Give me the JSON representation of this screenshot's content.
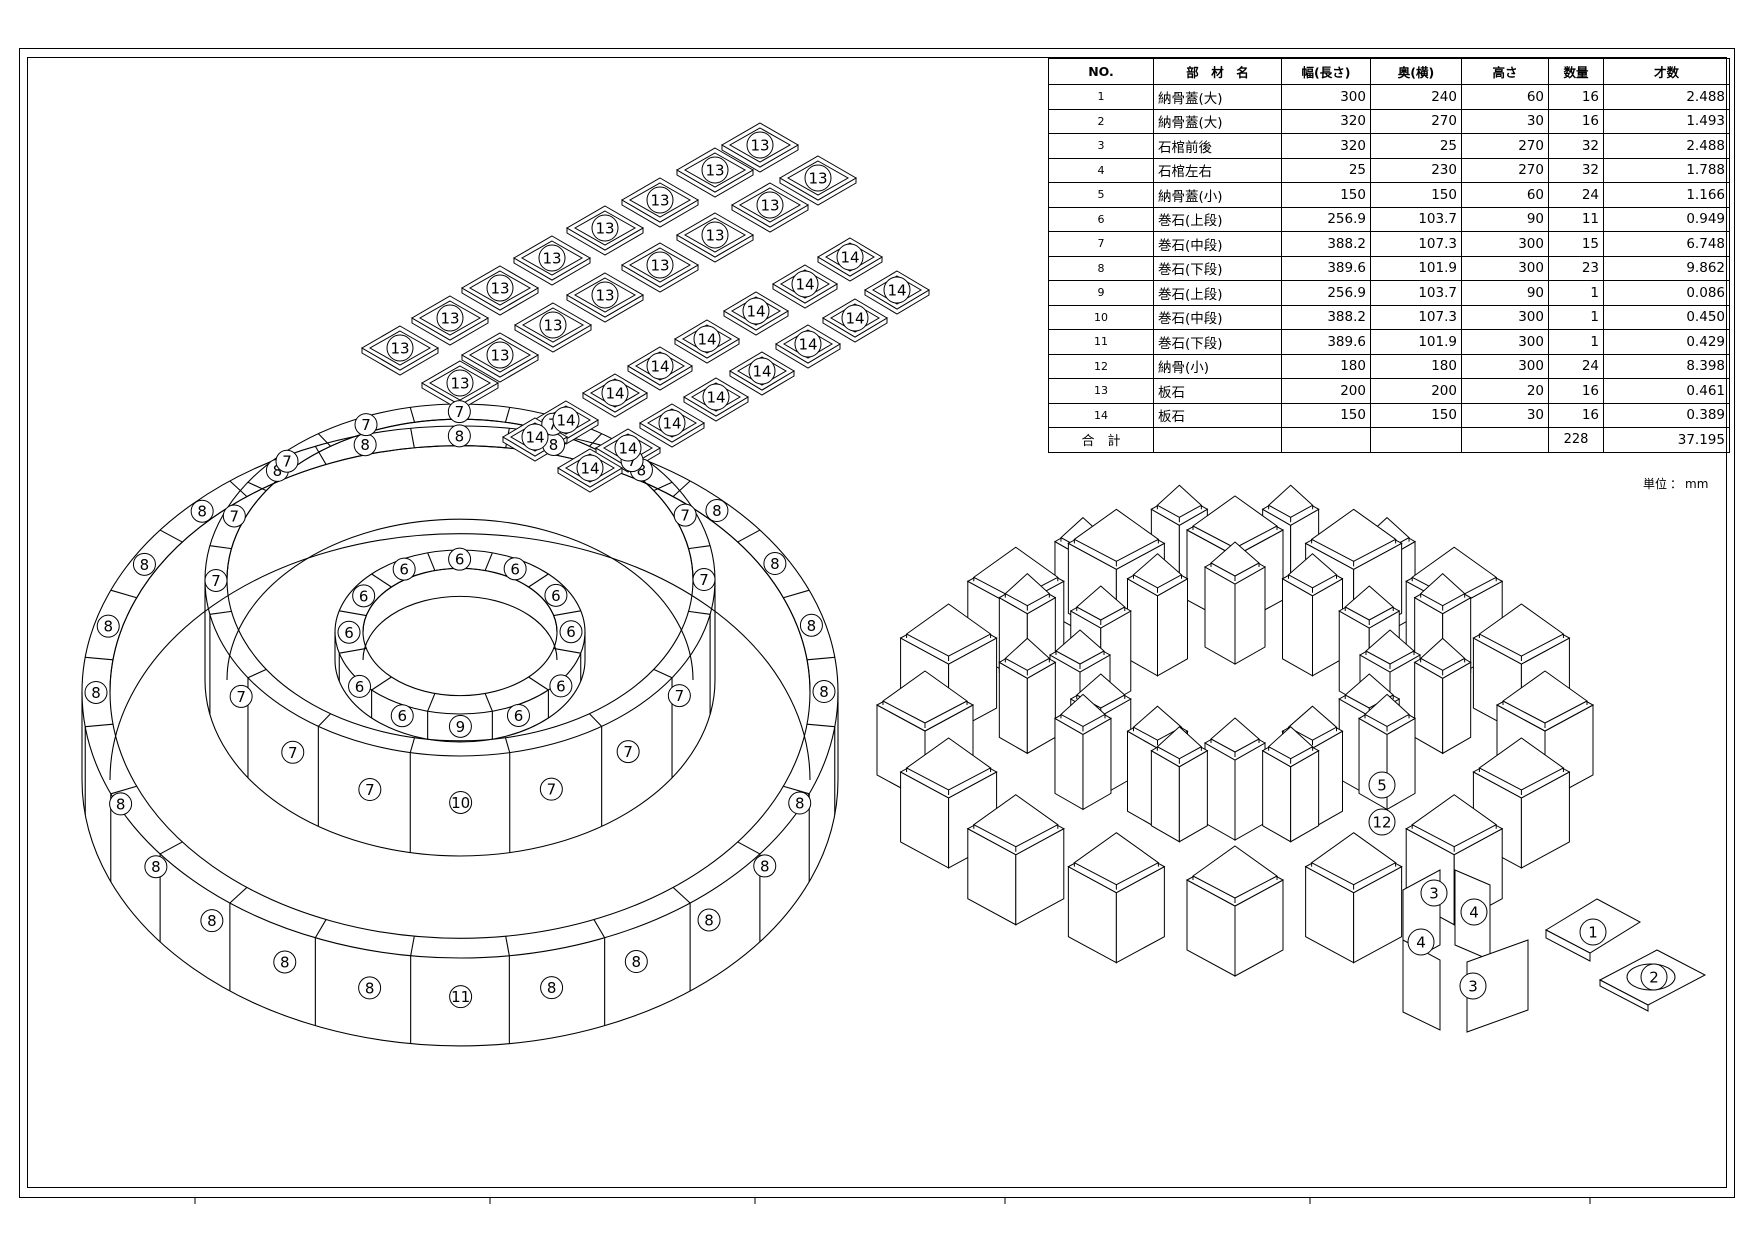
{
  "table": {
    "headers": [
      "NO.",
      "部　材　名",
      "幅(長さ)",
      "奥(横)",
      "高さ",
      "数量",
      "才数"
    ],
    "rows": [
      {
        "no": "1",
        "name": "納骨蓋(大)",
        "w": "300",
        "d": "240",
        "h": "60",
        "qty": "16",
        "sai": "2.488"
      },
      {
        "no": "2",
        "name": "納骨蓋(大)",
        "w": "320",
        "d": "270",
        "h": "30",
        "qty": "16",
        "sai": "1.493"
      },
      {
        "no": "3",
        "name": "石棺前後",
        "w": "320",
        "d": "25",
        "h": "270",
        "qty": "32",
        "sai": "2.488"
      },
      {
        "no": "4",
        "name": "石棺左右",
        "w": "25",
        "d": "230",
        "h": "270",
        "qty": "32",
        "sai": "1.788"
      },
      {
        "no": "5",
        "name": "納骨蓋(小)",
        "w": "150",
        "d": "150",
        "h": "60",
        "qty": "24",
        "sai": "1.166"
      },
      {
        "no": "6",
        "name": "巻石(上段)",
        "w": "256.9",
        "d": "103.7",
        "h": "90",
        "qty": "11",
        "sai": "0.949"
      },
      {
        "no": "7",
        "name": "巻石(中段)",
        "w": "388.2",
        "d": "107.3",
        "h": "300",
        "qty": "15",
        "sai": "6.748"
      },
      {
        "no": "8",
        "name": "巻石(下段)",
        "w": "389.6",
        "d": "101.9",
        "h": "300",
        "qty": "23",
        "sai": "9.862"
      },
      {
        "no": "9",
        "name": "巻石(上段)",
        "w": "256.9",
        "d": "103.7",
        "h": "90",
        "qty": "1",
        "sai": "0.086"
      },
      {
        "no": "10",
        "name": "巻石(中段)",
        "w": "388.2",
        "d": "107.3",
        "h": "300",
        "qty": "1",
        "sai": "0.450"
      },
      {
        "no": "11",
        "name": "巻石(下段)",
        "w": "389.6",
        "d": "101.9",
        "h": "300",
        "qty": "1",
        "sai": "0.429"
      },
      {
        "no": "12",
        "name": "納骨(小)",
        "w": "180",
        "d": "180",
        "h": "300",
        "qty": "24",
        "sai": "8.398"
      },
      {
        "no": "13",
        "name": "板石",
        "w": "200",
        "d": "200",
        "h": "20",
        "qty": "16",
        "sai": "0.461"
      },
      {
        "no": "14",
        "name": "板石",
        "w": "150",
        "d": "150",
        "h": "30",
        "qty": "16",
        "sai": "0.389"
      }
    ],
    "total": {
      "label": "合　計",
      "qty": "228",
      "sai": "37.195"
    },
    "units_label": "単位",
    "units_sep": "：",
    "units_value": "mm"
  },
  "callouts": {
    "ring_upper": [
      "6",
      "6",
      "6",
      "6",
      "6",
      "6",
      "6",
      "6",
      "6",
      "6",
      "6",
      "9"
    ],
    "ring_middle": [
      "7",
      "7",
      "7",
      "7",
      "7",
      "7",
      "7",
      "7",
      "7",
      "7",
      "7",
      "7",
      "7",
      "7",
      "7",
      "10"
    ],
    "ring_lower": [
      "8",
      "8",
      "8",
      "8",
      "8",
      "8",
      "8",
      "8",
      "8",
      "8",
      "8",
      "8",
      "8",
      "8",
      "8",
      "8",
      "8",
      "8",
      "8",
      "8",
      "8",
      "8",
      "8",
      "11"
    ],
    "plates_13": [
      "13",
      "13",
      "13",
      "13",
      "13",
      "13",
      "13",
      "13",
      "13",
      "13",
      "13",
      "13",
      "13",
      "13",
      "13",
      "13"
    ],
    "plates_14": [
      "14",
      "14",
      "14",
      "14",
      "14",
      "14",
      "14",
      "14",
      "14",
      "14",
      "14",
      "14",
      "14",
      "14",
      "14",
      "14"
    ],
    "ossuary": [
      "5",
      "12",
      "3",
      "4",
      "4",
      "3",
      "1",
      "2"
    ]
  }
}
